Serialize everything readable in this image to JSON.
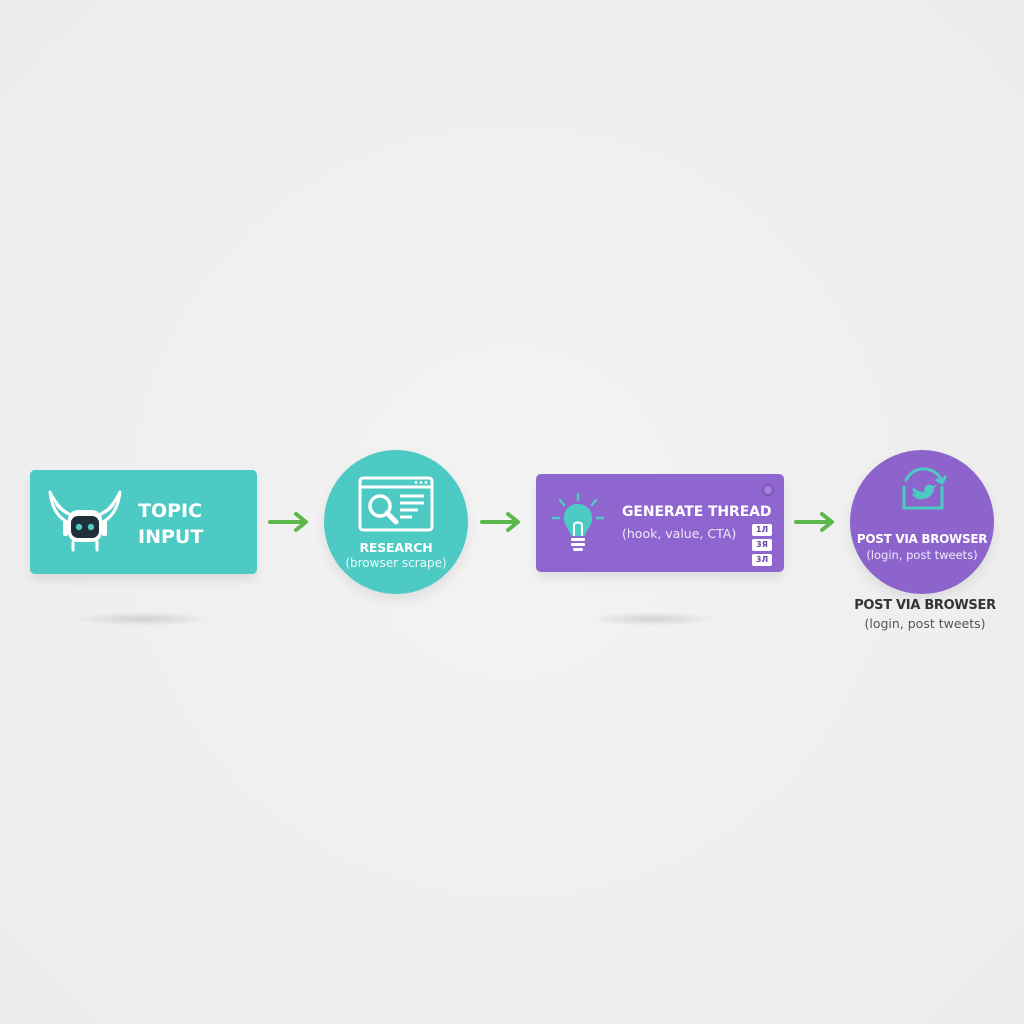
{
  "colors": {
    "teal": "#4ecac4",
    "purple": "#8f66cf",
    "arrow_green": "#5cb84a",
    "background": "#eeeeef"
  },
  "nodes": [
    {
      "id": "topic-input",
      "label_line1": "TOPIC",
      "label_line2": "INPUT",
      "icon": "winged-robot-icon"
    },
    {
      "id": "research",
      "label": "RESEARCH",
      "sublabel": "(browser scrape)",
      "icon": "browser-search-icon"
    },
    {
      "id": "generate-thread",
      "label": "GENERATE THREAD",
      "sublabel": "(hook, value, CTA)",
      "icon": "lightbulb-icon",
      "badges": [
        "1Л",
        "3Я",
        "3Л"
      ]
    },
    {
      "id": "post-via-browser",
      "label": "POST VIA BROWSER",
      "sublabel": "(login, post tweets)",
      "icon": "bird-refresh-icon"
    }
  ],
  "caption": {
    "label": "POST VIA BROWSER",
    "sublabel": "(login, post tweets)"
  }
}
